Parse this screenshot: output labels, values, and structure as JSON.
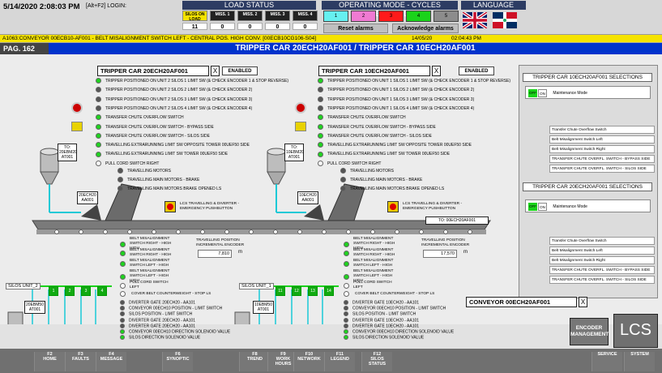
{
  "header": {
    "datetime": "5/14/2020 2:08:03 PM",
    "login": "[Alt+F2] LOGIN:"
  },
  "load_status": {
    "title": "LOAD STATUS",
    "labels": [
      "SILOS ON LOAD",
      "MISS. 1",
      "MISS. 2",
      "MISS. 3",
      "MISS. 4"
    ],
    "values": [
      "11",
      "0",
      "0",
      "0",
      "0"
    ]
  },
  "operating_mode": {
    "title": "OPERATING MODE - CYCLES SELECTED",
    "modes": [
      "1",
      "2",
      "3",
      "4",
      "5"
    ],
    "colors": [
      "#66f0f0",
      "#f07ad2",
      "#ff1a1a",
      "#1ad31a",
      "#8c8c8c"
    ],
    "reset": "Reset alarms",
    "ack": "Acknowledge alarms"
  },
  "language": {
    "title": "LANGUAGE"
  },
  "alarm": {
    "text": "A1063:CONVEYOR 00ECB10-AF001 - BELT MISALIGNMENT SWITCH LEFT - CENTRAL POS. HIGH CONV. [00ECB10CG106-S04]",
    "date": "14/05/20",
    "time": "02:04:43 PM"
  },
  "page": {
    "num": "PAG. 162",
    "title": "TRIPPER CAR 20ECH20AF001 / TRIPPER CAR 10ECH20AF001"
  },
  "left_car": {
    "name": "TRIPPER CAR 20ECH20AF001",
    "x": "X",
    "enabled": "ENABLED",
    "signals": [
      "TRIPPER POSITIONED ON UNIT 2 SILOS 1 LIMIT SW (& CHECK ENCODER 1 & STOP REVERSE)",
      "TRIPPER POSITIONED ON UNIT 2 SILOS 2 LIMIT SW (& CHECK ENCODER 2)",
      "TRIPPER POSITIONED ON UNIT 2 SILOS 3 LIMIT SW (& CHECK ENCODER 3)",
      "TRIPPER POSITIONED ON UNIT 2 SILOS 4 LIMIT SW (& CHECK ENCODER 4)",
      "TRANSFER CHUTE OVERFLOW SWITCH",
      "TRANSFER CHUTE OVERFLOW SWITCH - BYPASS SIDE",
      "TRANSFER CHUTE OVERFLOW SWITCH - SILOS SIDE",
      "TRAVELLING EXTRARUNNING LIMIT SW OPPOSITE TOWER 00UEF50 SIDE",
      "TRAVELLING EXTRARUNNING LIMIT SW TOWER 00UEF50 SIDE",
      "PULL CORD SWITCH RIGHT"
    ],
    "motors": [
      "TRAVELLING MOTORS",
      "TRAVELLING MAIN MOTORS - BRAKE",
      "TRAVELLING MAIN MOTORS BRAKE OPENED LS"
    ],
    "to_tag": "TO: 20EBM20 AT001",
    "aa_tag": "20ECH20 AA001",
    "lcs": "LCS TRAVELLING & DIVERTER - EMERGENCY PUSHBUTTON",
    "belt": [
      "BELT MISALIGNMENT SWITCH RIGHT - HIGH HIGH",
      "BELT MISALIGNMENT SWITCH RIGHT - HIGH",
      "BELT MISALIGNMENT SWITCH LEFT - HIGH",
      "BELT MISALIGNMENT SWITCH LEFT - HIGH HIGH",
      "PULL CORD SWITCH LEFT"
    ],
    "pos_label": "TRAVELLING POSITION INCREMENTAL ENCODER",
    "pos_val": "7,810",
    "unit": "m",
    "cover": "COVER BELT COUNTERWEIGHT - STOP LS",
    "div": [
      "DIVERTER GATE 20ECH20 - AA101",
      "CONVEYOR 00ECH10 POSITION - LIMIT SWITCH",
      "SILOS POSITION - LIMIT SWITCH",
      "DIVERTER GATE 20ECH20 - AA101",
      "DIVERTER GATE 20ECH20 - AA101",
      "CONVEYOR 00ECH10 DIRECTION SOLENOID VALUE",
      "SILOS DIRECTION SOLENOID VALUE"
    ],
    "silos_unit": "SILOS UNIT_2",
    "silos": [
      "1",
      "2",
      "3",
      "4"
    ],
    "silo_tag": "20EBM50 AT001"
  },
  "right_car": {
    "name": "TRIPPER CAR 10ECH20AF001",
    "x": "X",
    "enabled": "ENABLED",
    "signals": [
      "TRIPPER POSITIONED ON UNIT 1 SILOS 1 LIMIT SW (& CHECK ENCODER 1 & STOP REVERSE)",
      "TRIPPER POSITIONED ON UNIT 1 SILOS 2 LIMIT SW (& CHECK ENCODER 2)",
      "TRIPPER POSITIONED ON UNIT 1 SILOS 3 LIMIT SW (& CHECK ENCODER 3)",
      "TRIPPER POSITIONED ON UNIT 1 SILOS 4 LIMIT SW (& CHECK ENCODER 4)",
      "TRANSFER CHUTE OVERFLOW SWITCH",
      "TRANSFER CHUTE OVERFLOW SWITCH - BYPASS SIDE",
      "TRANSFER CHUTE OVERFLOW SWITCH - SILOS SIDE",
      "TRAVELLING EXTRARUNNING LIMIT SW OPPOSITE TOWER 00UEF50 SIDE",
      "TRAVELLING EXTRARUNNING LIMIT SW TOWER 00UEF50 SIDE",
      "PULL CORD SWITCH RIGHT"
    ],
    "motors": [
      "TRAVELLING MOTORS",
      "TRAVELLING MAIN MOTORS - BRAKE",
      "TRAVELLING MAIN MOTORS BRAKE OPENED LS"
    ],
    "to_tag": "TO: 10EBM20 AT001",
    "aa_tag": "10ECH20 AA001",
    "lcs": "LCS TRAVELLING & DIVERTER - EMERGENCY PUSHBUTTON",
    "belt": [
      "BELT MISALIGNMENT SWITCH RIGHT - HIGH HIGH",
      "BELT MISALIGNMENT SWITCH RIGHT - HIGH",
      "BELT MISALIGNMENT SWITCH LEFT - HIGH",
      "BELT MISALIGNMENT SWITCH LEFT - HIGH HIGH",
      "PULL CORD SWITCH LEFT"
    ],
    "pos_label": "TRAVELLING POSITION INCREMENTAL ENCODER",
    "pos_val": "17,570",
    "unit": "m",
    "cover": "COVER BELT COUNTERWEIGHT - STOP LS",
    "div": [
      "DIVERTER GATE 10ECH20 - AA101",
      "CONVEYOR 00ECH10 POSITION - LIMIT SWITCH",
      "SILOS POSITION - LIMIT SWITCH",
      "DIVERTER GATE 10ECH20 - AA101",
      "DIVERTER GATE 10ECH20 - AA101",
      "CONVEYOR 00ECH10 DIRECTION SOLENOID VALUE",
      "SILOS DIRECTION SOLENOID VALUE"
    ],
    "silos_unit": "SILOS UNIT_1",
    "silos": [
      "11",
      "12",
      "13",
      "14"
    ],
    "silo_tag": "10EBM50 AT001",
    "to_conv": "TO: 00ECH20AF001"
  },
  "panel_right": {
    "title1": "TRIPPER CAR 10ECH20AF001 SELECTIONS",
    "title2": "TRIPPER CAR 20ECH20AF001 SELECTIONS",
    "off": "OFF",
    "on": "ON",
    "maint": "Maintenance Mode",
    "sel": [
      "Transfer Chute Overflow Switch",
      "Belt Misalignment Switch Left",
      "Belt Misalignment Switch Right",
      "TRANSFER CHUTE OVERFL. SWITCH - BYPASS SIDE",
      "TRANSFER CHUTE OVERFL. SWITCH - SILOS SIDE"
    ]
  },
  "conveyor": {
    "name": "CONVEYOR 00ECH20AF001",
    "x": "X"
  },
  "buttons": {
    "encoder": "ENCODER MANAGEMENT",
    "lcs": "LCS"
  },
  "fkeys": [
    {
      "k": "F2",
      "l": "HOME"
    },
    {
      "k": "F3",
      "l": "FAULTS"
    },
    {
      "k": "F4",
      "l": "MESSAGE"
    },
    {
      "k": "F6",
      "l": "SYNOPTIC"
    },
    {
      "k": "F8",
      "l": "TREND"
    },
    {
      "k": "F9",
      "l": "WORK HOURS"
    },
    {
      "k": "F10",
      "l": "NETWORK"
    },
    {
      "k": "F11",
      "l": "LEGEND"
    },
    {
      "k": "F12",
      "l": "SILOS STATUS"
    },
    {
      "k": "",
      "l": "SERVICE"
    },
    {
      "k": "",
      "l": "SYSTEM"
    }
  ]
}
